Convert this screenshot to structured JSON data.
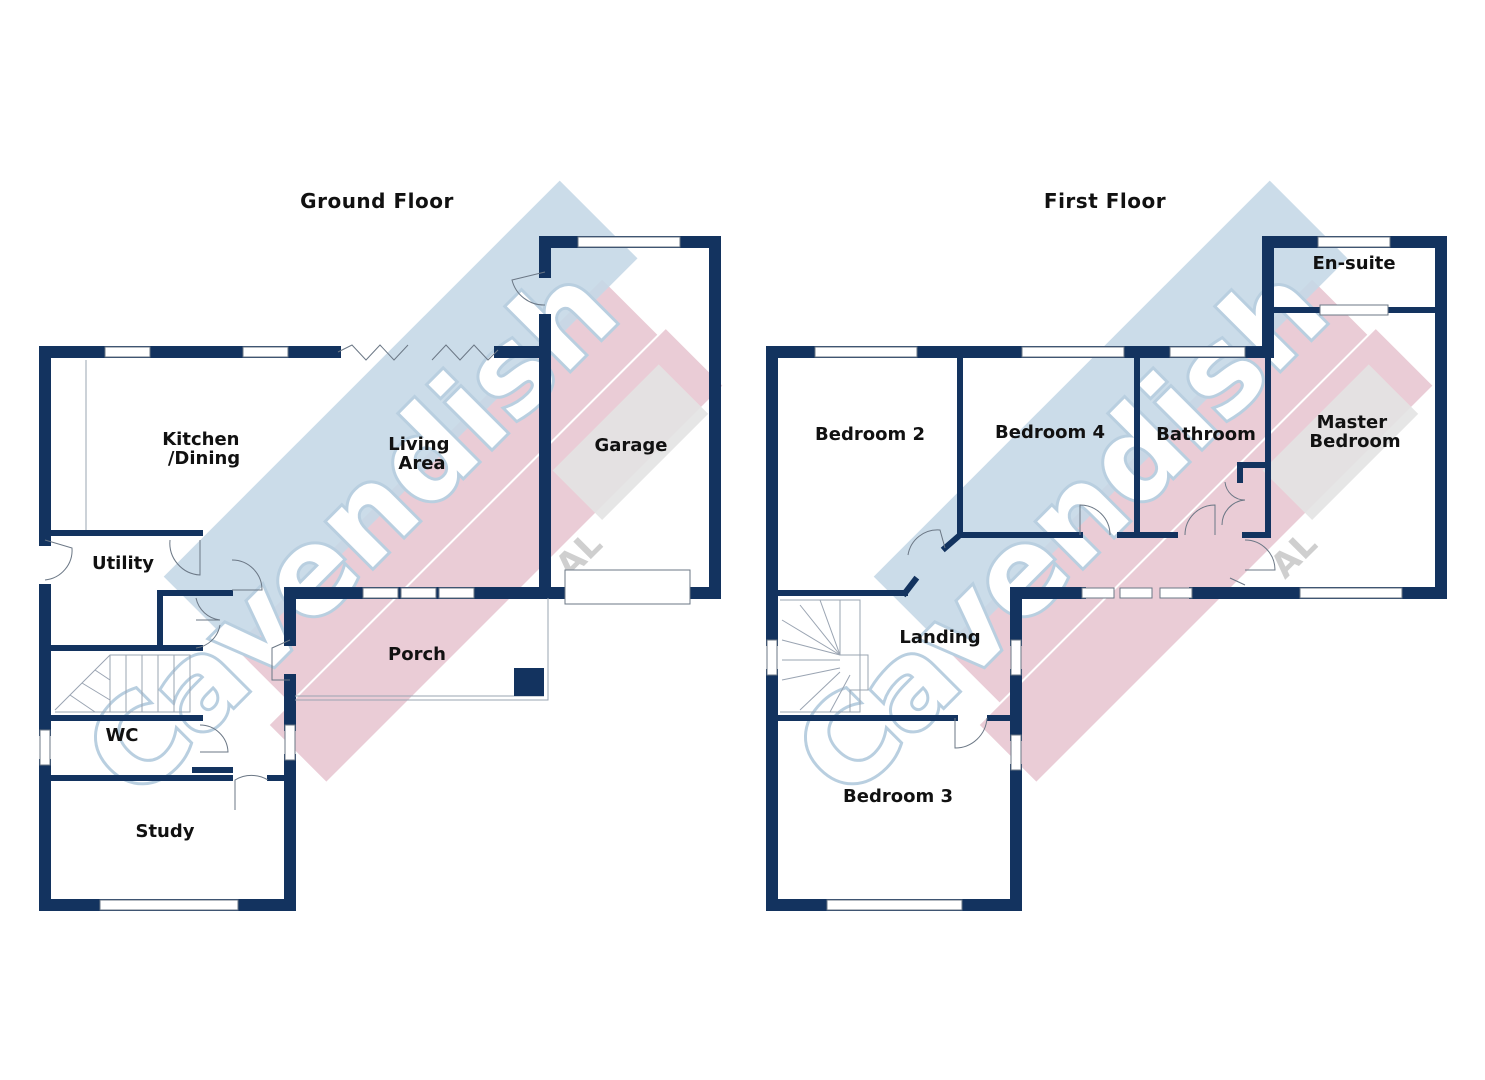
{
  "floors": [
    {
      "id": "ground",
      "title": "Ground Floor"
    },
    {
      "id": "first",
      "title": "First Floor"
    }
  ],
  "rooms": {
    "ground": {
      "kitchen_dining": [
        "Kitchen",
        "/Dining"
      ],
      "living_area": [
        "Living",
        "Area"
      ],
      "garage": "Garage",
      "utility": "Utility",
      "porch": "Porch",
      "wc": "WC",
      "study": "Study"
    },
    "first": {
      "bedroom_2": "Bedroom 2",
      "bedroom_4": "Bedroom 4",
      "bathroom": "Bathroom",
      "en_suite": "En-suite",
      "master_bedroom": [
        "Master",
        "Bedroom"
      ],
      "landing": "Landing",
      "bedroom_3": "Bedroom 3"
    }
  },
  "watermark": {
    "text": "Cavendish",
    "suffix": "AL",
    "colors": {
      "blue": "#c5d8e7",
      "pink": "#e8c7d2",
      "grey": "#e3e3e3"
    }
  },
  "colors": {
    "wall": "#13335f"
  }
}
